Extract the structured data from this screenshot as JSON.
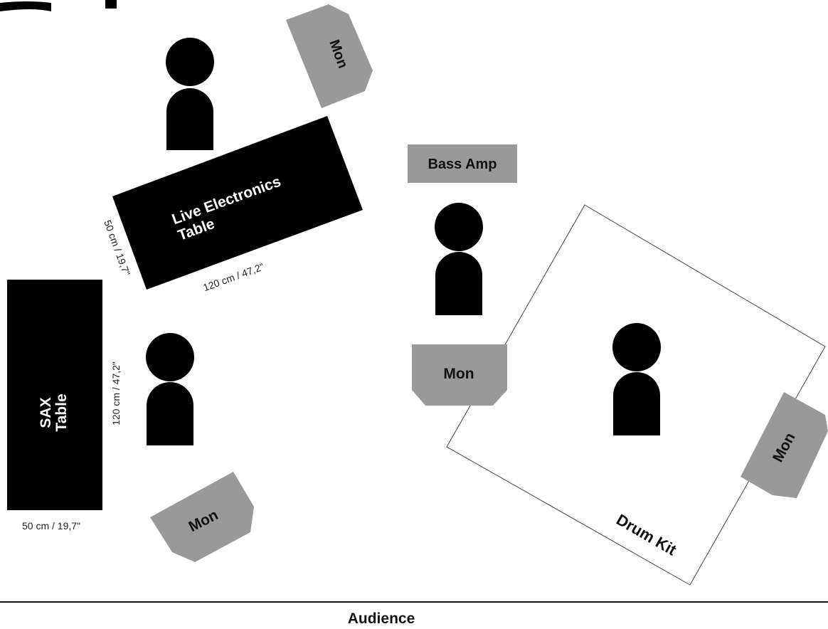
{
  "colors": {
    "background": "#ffffff",
    "furniture_black": "#000000",
    "equipment_gray": "#999999",
    "dimension_text": "#222222",
    "label_white": "#ffffff",
    "label_black": "#111111"
  },
  "tables": {
    "live_electronics": {
      "label_line1": "Live Electronics",
      "label_line2": "Table",
      "depth_label": "50 cm / 19,7\"",
      "width_label": "120 cm / 47,2\""
    },
    "sax": {
      "label_line1": "SAX",
      "label_line2": "Table",
      "depth_label": "50 cm / 19,7\"",
      "width_label": "120 cm / 47,2\""
    }
  },
  "equipment": {
    "bass_amp": "Bass Amp",
    "monitors": [
      "Mon",
      "Mon",
      "Mon",
      "Mon"
    ]
  },
  "drum_kit": {
    "label": "Drum Kit"
  },
  "audience": {
    "label": "Audience"
  },
  "icons": {
    "performer": "person-icon",
    "corner_fragment": "cropped-glyph-icon"
  }
}
